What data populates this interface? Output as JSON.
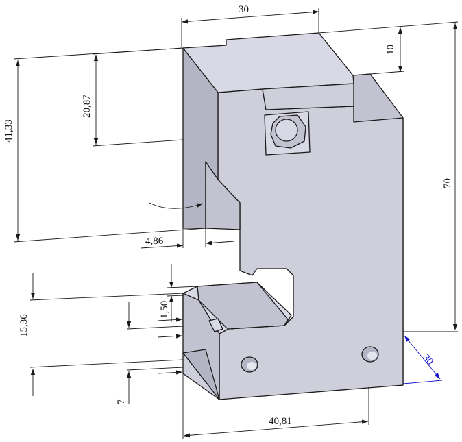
{
  "dimensions": {
    "top_width": "30",
    "top_step": "10",
    "total_height": "70",
    "left_height": "41,33",
    "upper_offset": "20,87",
    "wall_thickness": "4,86",
    "gap": "1,50",
    "slot_height": "15,36",
    "bottom_offset": "7",
    "bottom_length": "40,81",
    "depth": "30"
  },
  "colors": {
    "dimension_line": "#1a1a1a",
    "depth_dimension": "#1414c8",
    "part_face": "#cfcfdc"
  }
}
